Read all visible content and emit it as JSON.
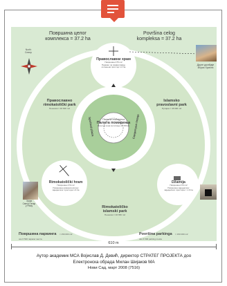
{
  "header": {
    "left_line1": "Површина целог",
    "left_line2": "комплекса = 37.2 ha",
    "right_line1": "Površina celog",
    "right_line2": "kompleksa = 37.2 ha"
  },
  "compass": {
    "line1": "North",
    "line2": "Север"
  },
  "center": {
    "line1": "Палата помирења",
    "line2": "Палата помирења",
    "note": "Почетна зона за питање 20 150 кв"
  },
  "zones": {
    "orthodox_church": {
      "title_line1": "Православни храм",
      "note1": "Површина 475 m2",
      "note2": "Паркинг за православце",
      "note3": "оглашени простор 1.6 ha"
    },
    "catholic_park": {
      "title_line1": "Православно",
      "title_line2": "rimokatolički park",
      "note": "Пешачки = 46 600 m2"
    },
    "islamic_park": {
      "title_line1": "Islamsko",
      "title_line2": "pravoslavni park",
      "note": "Рулајна = 46 600 m2"
    },
    "spiritual_arc_left": "Spiritual plaza",
    "spiritual_arc_right": "Спиритуал плаца",
    "catholic_church": {
      "title": "Rimokatolički hram",
      "note1": "Површина 470 m2",
      "note2": "Површина римокатоличког",
      "note3": "заједничког простора 1.6 ha"
    },
    "mosque": {
      "title": "Džamija",
      "note1": "Површина 470 m2",
      "note2": "Површина заједничког",
      "note3": "заједничког простора = 1.6 ha"
    },
    "catholic_islamic_park": {
      "title_line1": "Rimokatoličko",
      "title_line2": "islamski park",
      "note": "Пешачки = 46 650 m2"
    }
  },
  "parking": {
    "left_title": "Површина паркинга",
    "left_area": "= 150 000 m2",
    "left_note": "око 6 500 паркинг места",
    "right_title": "Površina parkinga",
    "right_area": "= 150 000 m2",
    "right_note": "oko 6 500 parking mesta"
  },
  "side_labels": {
    "right_top_line1": "Друге догађаје",
    "right_top_line2": "Исуса Христа",
    "left_photo_line1": "Храм",
    "left_photo_line2": "Свети Петар",
    "left_photo_line3": "у Риму"
  },
  "scale": {
    "label": "610 m"
  },
  "footer": {
    "line1": "Аутор академик МСА Војислав Д. Девић, директор СТРАТЕГ ПРОЈЕКТА доо",
    "line2": "Електронска обрада Милан Шијаков МА",
    "line3": "Нови Сад, март 2008 (7516)"
  },
  "colors": {
    "accent": "#e2533b",
    "light_green": "#d9ead3",
    "medium_green": "#a9cf9b",
    "dark_green": "#5f9a52",
    "white": "#ffffff"
  }
}
